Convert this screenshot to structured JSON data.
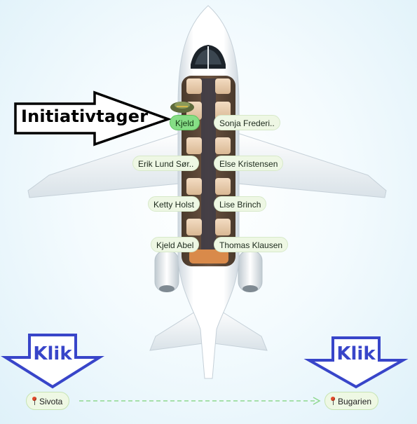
{
  "pointer_label": "Initiativtager",
  "klik_left": "Klik",
  "klik_right": "Klik",
  "seats": {
    "s1": {
      "label": "Kjeld",
      "active": true
    },
    "s2": {
      "label": "Sonja Frederi.."
    },
    "s3": {
      "label": "Erik Lund Sør.."
    },
    "s4": {
      "label": "Else Kristensen"
    },
    "s5": {
      "label": "Ketty Holst"
    },
    "s6": {
      "label": "Lise Brinch"
    },
    "s7": {
      "label": "Kjeld Abel"
    },
    "s8": {
      "label": "Thomas Klausen"
    }
  },
  "route": {
    "origin": "Sivota",
    "destination": "Bugarien"
  },
  "colors": {
    "active_seat": "#86de86",
    "seat_pill": "#eef7e4",
    "klik_blue": "#3845c9",
    "route_line": "#8fd88f"
  }
}
